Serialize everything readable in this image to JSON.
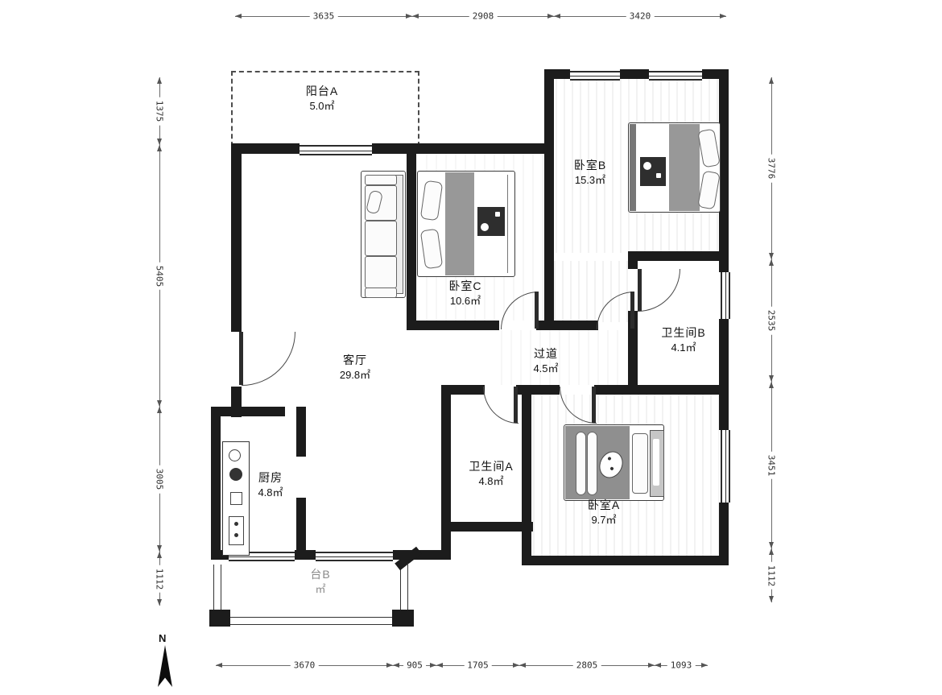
{
  "plan": {
    "compass_label": "N",
    "rooms": {
      "balcony_a": {
        "name": "阳台A",
        "area": "5.0㎡"
      },
      "bedroom_b": {
        "name": "卧室B",
        "area": "15.3㎡"
      },
      "bedroom_c": {
        "name": "卧室C",
        "area": "10.6㎡"
      },
      "bathroom_b": {
        "name": "卫生间B",
        "area": "4.1㎡"
      },
      "living_room": {
        "name": "客厅",
        "area": "29.8㎡"
      },
      "hallway": {
        "name": "过道",
        "area": "4.5㎡"
      },
      "kitchen": {
        "name": "厨房",
        "area": "4.8㎡"
      },
      "bathroom_a": {
        "name": "卫生间A",
        "area": "4.8㎡"
      },
      "bedroom_a": {
        "name": "卧室A",
        "area": "9.7㎡"
      },
      "balcony_b": {
        "name": "台B",
        "area": "㎡"
      }
    },
    "dimensions": {
      "top": [
        "3635",
        "2908",
        "3420"
      ],
      "bottom": [
        "3670",
        "905",
        "1705",
        "2805",
        "1093"
      ],
      "left": [
        "1375",
        "5405",
        "3005",
        "1112"
      ],
      "right": [
        "3776",
        "2535",
        "3451",
        "1112"
      ]
    },
    "colors": {
      "wall": "#1c1c1c",
      "blanket_gray": "#989898",
      "dim_text": "#2f2f2f"
    }
  }
}
